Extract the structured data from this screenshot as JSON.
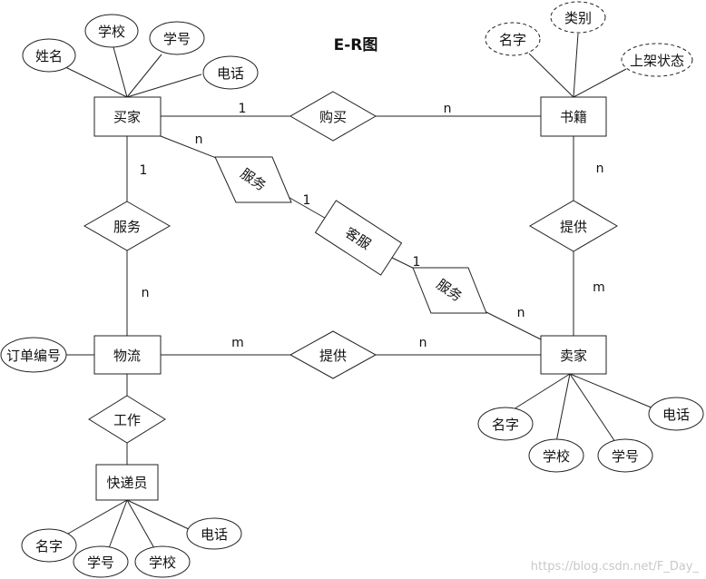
{
  "title": "E-R图",
  "entities": {
    "buyer": "买家",
    "book": "书籍",
    "logistics": "物流",
    "seller": "卖家",
    "courier": "快递员"
  },
  "relationships": {
    "purchase": "购买",
    "serve_buyer_logistics": "服务",
    "serve_buyer_cs": "服务",
    "customer_service": "客服",
    "serve_cs_seller": "服务",
    "supply_book_seller": "提供",
    "supply_logistics_seller": "提供",
    "work": "工作"
  },
  "attributes": {
    "buyer_name": "姓名",
    "buyer_school": "学校",
    "buyer_id": "学号",
    "buyer_phone": "电话",
    "book_name": "名字",
    "book_category": "类别",
    "book_status": "上架状态",
    "order_no": "订单编号",
    "seller_name": "名字",
    "seller_school": "学校",
    "seller_id": "学号",
    "seller_phone": "电话",
    "courier_name": "名字",
    "courier_id": "学号",
    "courier_school": "学校",
    "courier_phone": "电话"
  },
  "cardinalities": {
    "purchase_buyer": "1",
    "purchase_book": "n",
    "buyer_logistics_buyer": "1",
    "buyer_logistics_logistics": "n",
    "buyer_cs_buyer": "n",
    "buyer_cs_cs": "1",
    "cs_seller_cs": "1",
    "cs_seller_seller": "n",
    "book_supply_book": "n",
    "book_supply_seller": "m",
    "logistics_supply_logistics": "m",
    "logistics_supply_seller": "n"
  },
  "watermark": "https://blog.csdn.net/F_Day_"
}
